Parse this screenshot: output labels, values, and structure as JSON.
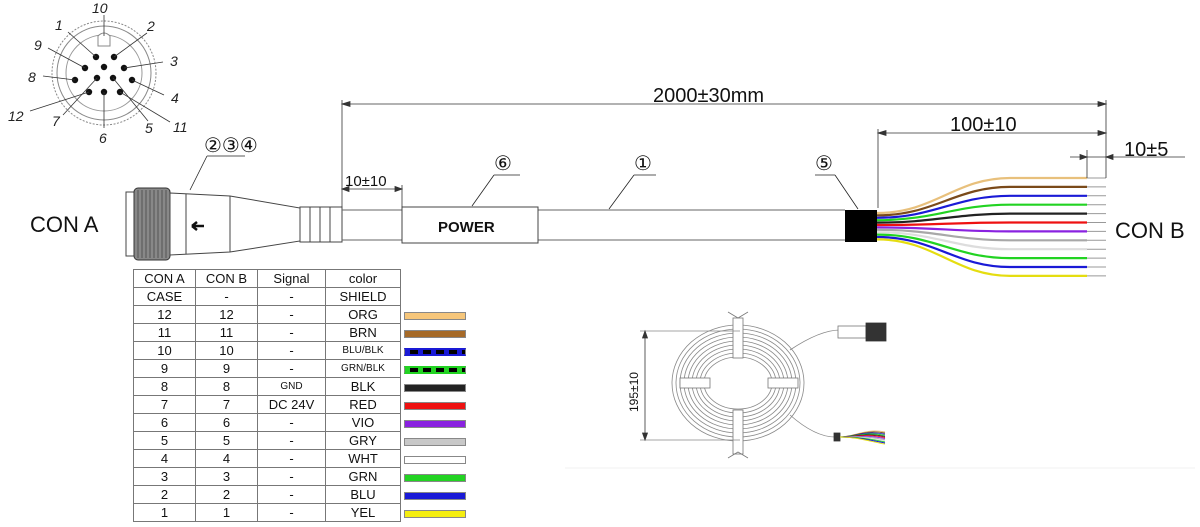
{
  "connector_face": {
    "pins": [
      "10",
      "1",
      "2",
      "9",
      "3",
      "8",
      "4",
      "12",
      "7",
      "5",
      "11",
      "6"
    ]
  },
  "con_a_label": "CON A",
  "con_b_label": "CON B",
  "callouts": {
    "c234": "②③④",
    "c6": "⑥",
    "c1": "①",
    "c5": "⑤"
  },
  "dims": {
    "total": "2000±30mm",
    "breakout": "100±10",
    "strip": "10±5",
    "boot": "10±10",
    "coil_height": "195±10"
  },
  "power_label": "POWER",
  "table": {
    "headers": [
      "CON A",
      "CON B",
      "Signal",
      "color"
    ],
    "rows": [
      {
        "a": "CASE",
        "b": "-",
        "signal": "-",
        "color": "SHIELD",
        "hex": "",
        "stripe": ""
      },
      {
        "a": "12",
        "b": "12",
        "signal": "-",
        "color": "ORG",
        "hex": "#f6c67a",
        "stripe": ""
      },
      {
        "a": "11",
        "b": "11",
        "signal": "-",
        "color": "BRN",
        "hex": "#a66a28",
        "stripe": ""
      },
      {
        "a": "10",
        "b": "10",
        "signal": "-",
        "color": "BLU/BLK",
        "hex": "#1a1ad6",
        "stripe": "#000"
      },
      {
        "a": "9",
        "b": "9",
        "signal": "-",
        "color": "GRN/BLK",
        "hex": "#22d322",
        "stripe": "#000"
      },
      {
        "a": "8",
        "b": "8",
        "signal": "GND",
        "color": "BLK",
        "hex": "#222222",
        "stripe": ""
      },
      {
        "a": "7",
        "b": "7",
        "signal": "DC 24V",
        "color": "RED",
        "hex": "#ee1111",
        "stripe": ""
      },
      {
        "a": "6",
        "b": "6",
        "signal": "-",
        "color": "VIO",
        "hex": "#8a22e0",
        "stripe": ""
      },
      {
        "a": "5",
        "b": "5",
        "signal": "-",
        "color": "GRY",
        "hex": "#c8c8c8",
        "stripe": ""
      },
      {
        "a": "4",
        "b": "4",
        "signal": "-",
        "color": "WHT",
        "hex": "#ffffff",
        "stripe": ""
      },
      {
        "a": "3",
        "b": "3",
        "signal": "-",
        "color": "GRN",
        "hex": "#22d322",
        "stripe": ""
      },
      {
        "a": "2",
        "b": "2",
        "signal": "-",
        "color": "BLU",
        "hex": "#1a1ad6",
        "stripe": ""
      },
      {
        "a": "1",
        "b": "1",
        "signal": "-",
        "color": "YEL",
        "hex": "#f5ee10",
        "stripe": ""
      }
    ]
  },
  "wire_colors": [
    "#e8c07c",
    "#7a4a1a",
    "#1a1ad6",
    "#22d322",
    "#222222",
    "#ee1111",
    "#8a22e0",
    "#a8a8a8",
    "#dddddd",
    "#22d322",
    "#1a1ad6",
    "#e5dd10"
  ]
}
